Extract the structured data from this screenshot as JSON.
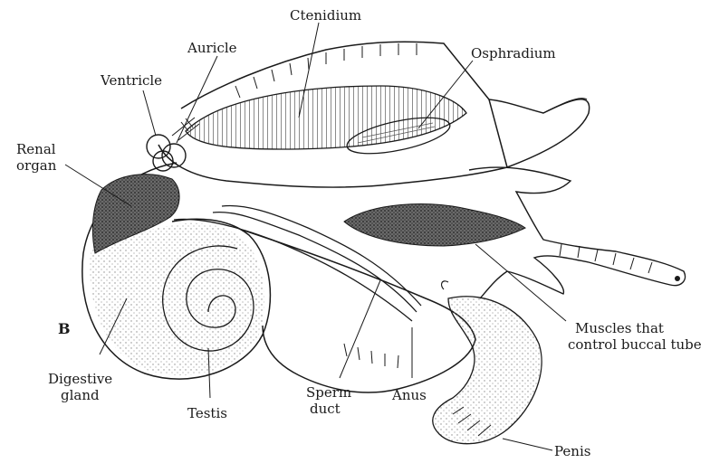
{
  "panel_letter": "B",
  "labels": {
    "ctenidium": "Ctenidium",
    "auricle": "Auricle",
    "osphradium": "Osphradium",
    "ventricle": "Ventricle",
    "renal_line1": "Renal",
    "renal_line2": "organ",
    "muscles_line1": "Muscles that",
    "muscles_line2": "control buccal tube",
    "digestive_line1": "Digestive",
    "digestive_line2": "gland",
    "testis": "Testis",
    "sperm_line1": "Sperm",
    "sperm_line2": "duct",
    "anus": "Anus",
    "penis": "Penis"
  },
  "colors": {
    "ink": "#1a1a1a",
    "stipple": "#8a8a8a",
    "dark": "#3a3a3a"
  }
}
